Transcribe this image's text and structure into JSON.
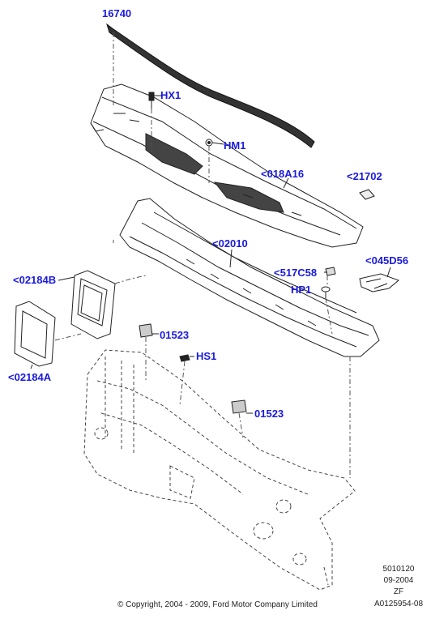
{
  "callout_color": "#1a1adc",
  "line_color": "#222222",
  "callouts": {
    "p16740": "16740",
    "hx1": "HX1",
    "hm1": "HM1",
    "p018a16": "<018A16",
    "p21702": "<21702",
    "p02010": "<02010",
    "p517c58": "<517C58",
    "p045d56": "<045D56",
    "hp1": "HP1",
    "p02184b": "<02184B",
    "p02184a": "<02184A",
    "p01523a": "01523",
    "p01523b": "01523",
    "hs1": "HS1"
  },
  "footer": {
    "ref_code": "5010120",
    "date": "09-2004",
    "zf": "ZF",
    "illustration_id": "A0125954-08",
    "copyright": "© Copyright, 2004 - 2009, Ford Motor Company Limited"
  }
}
